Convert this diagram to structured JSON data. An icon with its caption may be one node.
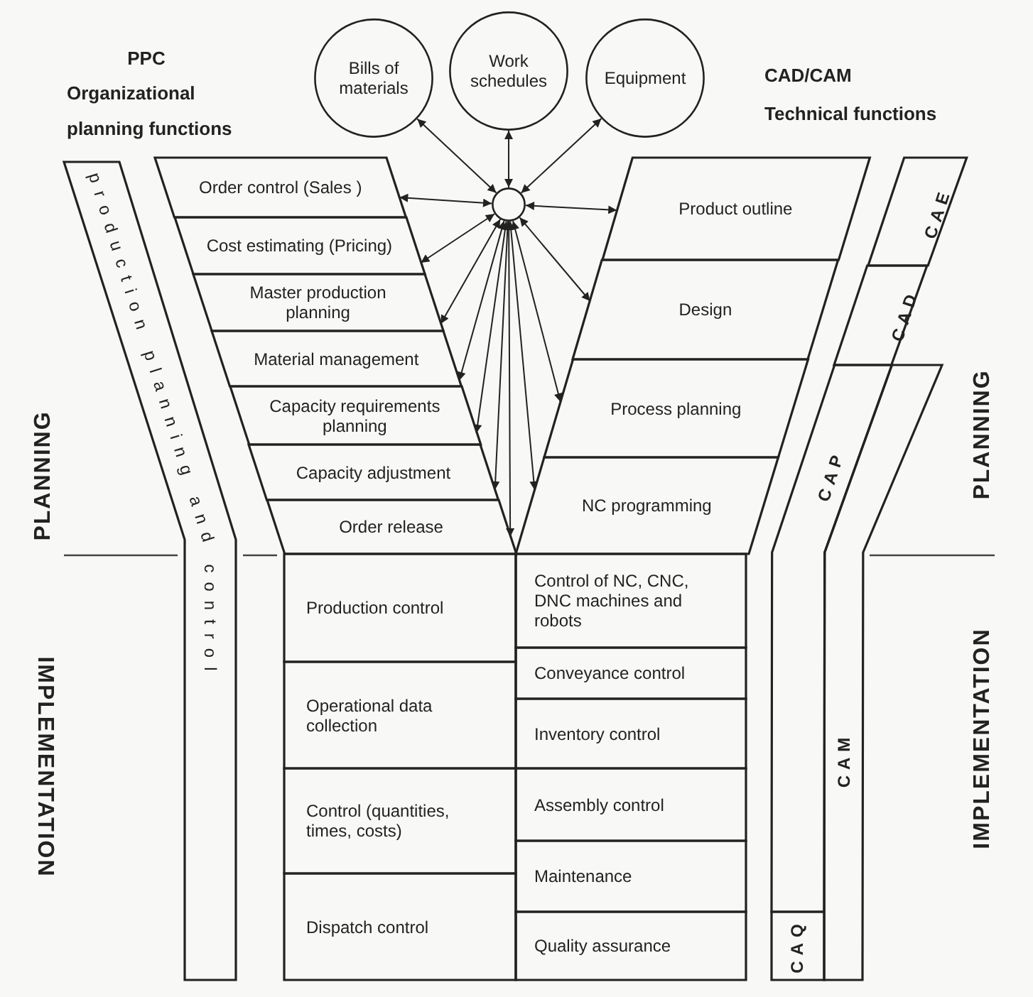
{
  "diagram": {
    "nodes": [
      {
        "text": [
          "Bills of materials"
        ]
      },
      {
        "text": [
          "Work schedules"
        ]
      },
      {
        "text": [
          "Equipment"
        ]
      },
      {
        "text": [],
        "shape": "circle"
      },
      {
        "text": [
          "Order control (Sales )"
        ]
      },
      {
        "text": [
          "Cost estimating (Pricing)"
        ]
      },
      {
        "text": [
          "Master production planning"
        ]
      },
      {
        "text": [
          "Material management"
        ]
      },
      {
        "text": [
          "Capacity requirements planning"
        ]
      },
      {
        "text": [
          "Capacity adjustment"
        ]
      },
      {
        "text": [
          "Order release"
        ]
      },
      {
        "text": [
          "Product outline"
        ]
      },
      {
        "text": [
          "Design"
        ]
      },
      {
        "text": [
          "Process planning"
        ]
      },
      {
        "text": [
          "NC programming"
        ]
      },
      {
        "text": [
          "Production control"
        ]
      },
      {
        "text": [
          "Operational data collection"
        ]
      },
      {
        "text": [
          "Control (quantities, times, costs)"
        ]
      },
      {
        "text": [
          "Dispatch control"
        ]
      },
      {
        "text": [
          "Control of NC, CNC, DNC machines and robots"
        ]
      },
      {
        "text": [
          "Conveyance control"
        ]
      },
      {
        "text": [
          "Inventory control"
        ]
      },
      {
        "text": [
          "Assembly control"
        ]
      },
      {
        "text": [
          "Maintenance"
        ]
      },
      {
        "text": [
          "Quality assurance"
        ]
      },
      {
        "text": [
          "production planning and control"
        ]
      },
      {
        "text": [
          "CAE"
        ]
      },
      {
        "text": [
          "CAD"
        ]
      },
      {
        "text": [
          "CAP"
        ]
      },
      {
        "text": [
          "CAQ"
        ]
      },
      {
        "text": [
          "CAM"
        ]
      }
    ],
    "edges": [
      {
        "from": 3,
        "to": 0,
        "arrow": "both"
      },
      {
        "from": 3,
        "to": 1,
        "arrow": "both"
      },
      {
        "from": 3,
        "to": 2,
        "arrow": "both"
      },
      {
        "from": 3,
        "to": 4,
        "arrow": "both"
      },
      {
        "from": 3,
        "to": 5,
        "arrow": "both"
      },
      {
        "from": 3,
        "to": 6,
        "arrow": "both"
      },
      {
        "from": 3,
        "to": 7,
        "arrow": "both"
      },
      {
        "from": 3,
        "to": 8,
        "arrow": "both"
      },
      {
        "from": 3,
        "to": 9,
        "arrow": "both"
      },
      {
        "from": 3,
        "to": 10,
        "arrow": "both"
      },
      {
        "from": 3,
        "to": 11,
        "arrow": "both"
      },
      {
        "from": 3,
        "to": 12,
        "arrow": "both"
      },
      {
        "from": 3,
        "to": 13,
        "arrow": "both"
      },
      {
        "from": 3,
        "to": 14,
        "arrow": "both"
      }
    ],
    "labels": [
      "PPC",
      "Organizational planning functions",
      "CAD/CAM",
      "Technical functions",
      "PLANNING",
      "IMPLEMENTATION",
      "PLANNING",
      "IMPLEMENTATION"
    ]
  }
}
